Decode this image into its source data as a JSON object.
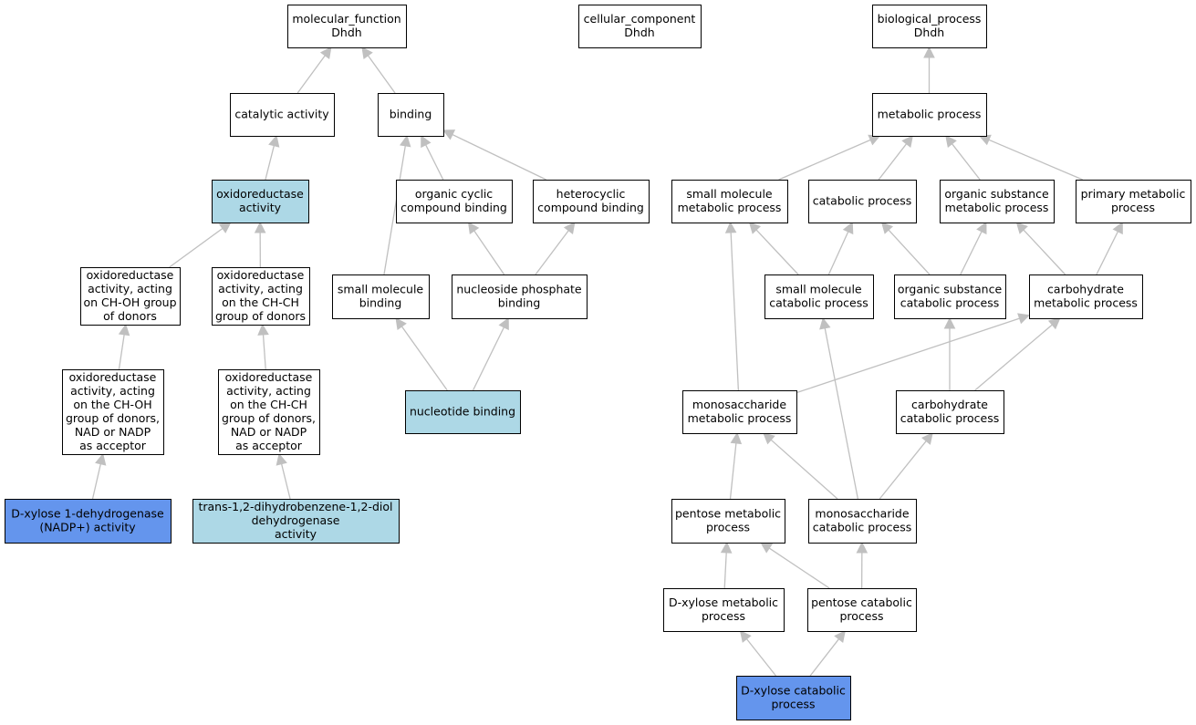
{
  "colors": {
    "default_fill": "#ffffff",
    "highlight_fill": "#add8e6",
    "selected_fill": "#6495ed",
    "edge": "#c0c0c0"
  },
  "nodes": [
    {
      "id": "mf",
      "lines": [
        "molecular_function",
        "Dhdh"
      ],
      "style": "default"
    },
    {
      "id": "cc",
      "lines": [
        "cellular_component",
        "Dhdh"
      ],
      "style": "default"
    },
    {
      "id": "bp",
      "lines": [
        "biological_process",
        "Dhdh"
      ],
      "style": "default"
    },
    {
      "id": "cat",
      "lines": [
        "catalytic activity"
      ],
      "style": "default"
    },
    {
      "id": "bind",
      "lines": [
        "binding"
      ],
      "style": "default"
    },
    {
      "id": "metab",
      "lines": [
        "metabolic process"
      ],
      "style": "default"
    },
    {
      "id": "oxred",
      "lines": [
        "oxidoreductase",
        "activity"
      ],
      "style": "highlight"
    },
    {
      "id": "ocb",
      "lines": [
        "organic cyclic",
        "compound binding"
      ],
      "style": "default"
    },
    {
      "id": "hcb",
      "lines": [
        "heterocyclic",
        "compound binding"
      ],
      "style": "default"
    },
    {
      "id": "smm",
      "lines": [
        "small molecule",
        "metabolic process"
      ],
      "style": "default"
    },
    {
      "id": "catp",
      "lines": [
        "catabolic process"
      ],
      "style": "default"
    },
    {
      "id": "osm",
      "lines": [
        "organic substance",
        "metabolic process"
      ],
      "style": "default"
    },
    {
      "id": "pm",
      "lines": [
        "primary metabolic",
        "process"
      ],
      "style": "default"
    },
    {
      "id": "ohg",
      "lines": [
        "oxidoreductase",
        "activity, acting",
        "on CH-OH group",
        "of donors"
      ],
      "style": "default"
    },
    {
      "id": "chch",
      "lines": [
        "oxidoreductase",
        "activity, acting",
        "on the CH-CH",
        "group of donors"
      ],
      "style": "default"
    },
    {
      "id": "smb",
      "lines": [
        "small molecule",
        "binding"
      ],
      "style": "default"
    },
    {
      "id": "npb",
      "lines": [
        "nucleoside phosphate",
        "binding"
      ],
      "style": "default"
    },
    {
      "id": "smc",
      "lines": [
        "small molecule",
        "catabolic process"
      ],
      "style": "default"
    },
    {
      "id": "osc",
      "lines": [
        "organic substance",
        "catabolic process"
      ],
      "style": "default"
    },
    {
      "id": "chm",
      "lines": [
        "carbohydrate",
        "metabolic process"
      ],
      "style": "default"
    },
    {
      "id": "ohnad",
      "lines": [
        "oxidoreductase",
        "activity, acting",
        "on the CH-OH",
        "group of donors,",
        "NAD or NADP",
        "as acceptor"
      ],
      "style": "default"
    },
    {
      "id": "chnad",
      "lines": [
        "oxidoreductase",
        "activity, acting",
        "on the CH-CH",
        "group of donors,",
        "NAD or NADP",
        "as acceptor"
      ],
      "style": "default"
    },
    {
      "id": "nb",
      "lines": [
        "nucleotide binding"
      ],
      "style": "highlight"
    },
    {
      "id": "msm",
      "lines": [
        "monosaccharide",
        "metabolic process"
      ],
      "style": "default"
    },
    {
      "id": "chc",
      "lines": [
        "carbohydrate",
        "catabolic process"
      ],
      "style": "default"
    },
    {
      "id": "dx1",
      "lines": [
        "D-xylose 1-dehydrogenase",
        "(NADP+) activity"
      ],
      "style": "selected"
    },
    {
      "id": "trans",
      "lines": [
        "trans-1,2-dihydrobenzene-1,2-diol",
        "dehydrogenase",
        "activity"
      ],
      "style": "highlight"
    },
    {
      "id": "pentm",
      "lines": [
        "pentose metabolic",
        "process"
      ],
      "style": "default"
    },
    {
      "id": "msc",
      "lines": [
        "monosaccharide",
        "catabolic process"
      ],
      "style": "default"
    },
    {
      "id": "dxm",
      "lines": [
        "D-xylose metabolic",
        "process"
      ],
      "style": "default"
    },
    {
      "id": "pentc",
      "lines": [
        "pentose catabolic",
        "process"
      ],
      "style": "default"
    },
    {
      "id": "dxc",
      "lines": [
        "D-xylose catabolic",
        "process"
      ],
      "style": "selected"
    }
  ],
  "edges": [
    [
      "cat",
      "mf"
    ],
    [
      "bind",
      "mf"
    ],
    [
      "metab",
      "bp"
    ],
    [
      "oxred",
      "cat"
    ],
    [
      "ocb",
      "bind"
    ],
    [
      "hcb",
      "bind"
    ],
    [
      "smb",
      "bind"
    ],
    [
      "ohg",
      "oxred"
    ],
    [
      "chch",
      "oxred"
    ],
    [
      "ohnad",
      "ohg"
    ],
    [
      "chnad",
      "chch"
    ],
    [
      "dx1",
      "ohnad"
    ],
    [
      "trans",
      "chnad"
    ],
    [
      "npb",
      "ocb"
    ],
    [
      "npb",
      "hcb"
    ],
    [
      "nb",
      "smb"
    ],
    [
      "nb",
      "npb"
    ],
    [
      "smm",
      "metab"
    ],
    [
      "catp",
      "metab"
    ],
    [
      "osm",
      "metab"
    ],
    [
      "pm",
      "metab"
    ],
    [
      "msm",
      "smm"
    ],
    [
      "smc",
      "smm"
    ],
    [
      "smc",
      "catp"
    ],
    [
      "osc",
      "catp"
    ],
    [
      "osc",
      "osm"
    ],
    [
      "chm",
      "osm"
    ],
    [
      "chm",
      "pm"
    ],
    [
      "msm",
      "chm"
    ],
    [
      "chc",
      "chm"
    ],
    [
      "chc",
      "osc"
    ],
    [
      "msc",
      "smc"
    ],
    [
      "msc",
      "msm"
    ],
    [
      "msc",
      "chc"
    ],
    [
      "pentm",
      "msm"
    ],
    [
      "dxm",
      "pentm"
    ],
    [
      "pentc",
      "pentm"
    ],
    [
      "pentc",
      "msc"
    ],
    [
      "dxc",
      "dxm"
    ],
    [
      "dxc",
      "pentc"
    ]
  ]
}
